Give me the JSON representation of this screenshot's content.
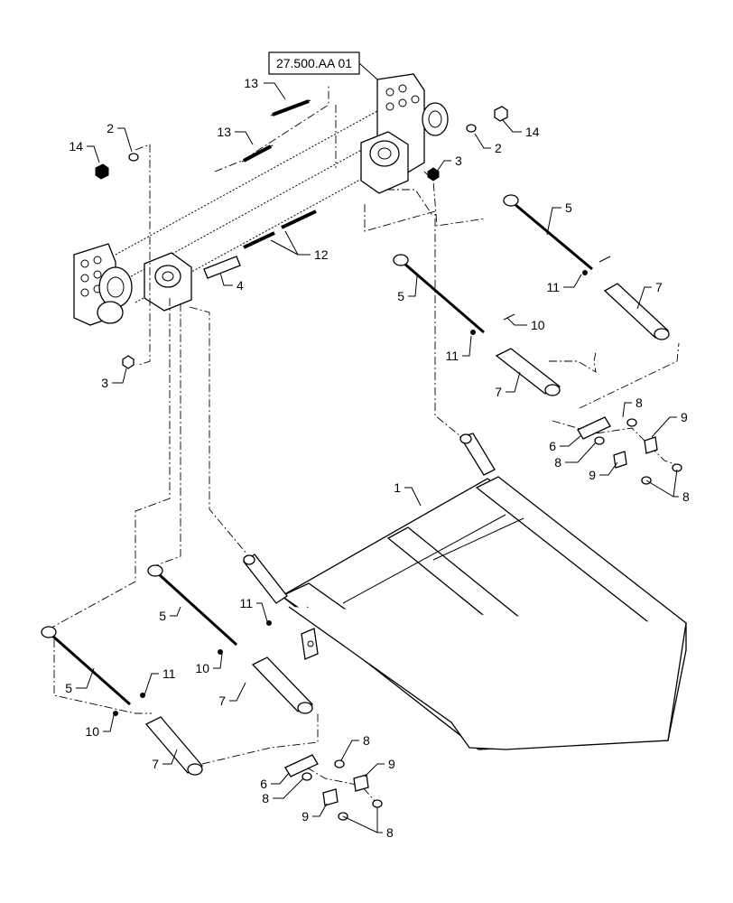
{
  "reference": {
    "label": "27.500.AA 01"
  },
  "callouts": {
    "c1": "1",
    "c2a": "2",
    "c2b": "2",
    "c3a": "3",
    "c3b": "3",
    "c4": "4",
    "c5a": "5",
    "c5b": "5",
    "c5c": "5",
    "c5d": "5",
    "c6a": "6",
    "c6b": "6",
    "c7a": "7",
    "c7b": "7",
    "c7c": "7",
    "c7d": "7",
    "c8a": "8",
    "c8b": "8",
    "c8c": "8",
    "c8d": "8",
    "c8e": "8",
    "c8f": "8",
    "c9a": "9",
    "c9b": "9",
    "c9c": "9",
    "c9d": "9",
    "c10a": "10",
    "c10b": "10",
    "c10c": "10",
    "c11a": "11",
    "c11b": "11",
    "c11c": "11",
    "c11d": "11",
    "c12": "12",
    "c13a": "13",
    "c13b": "13",
    "c14a": "14",
    "c14b": "14"
  }
}
